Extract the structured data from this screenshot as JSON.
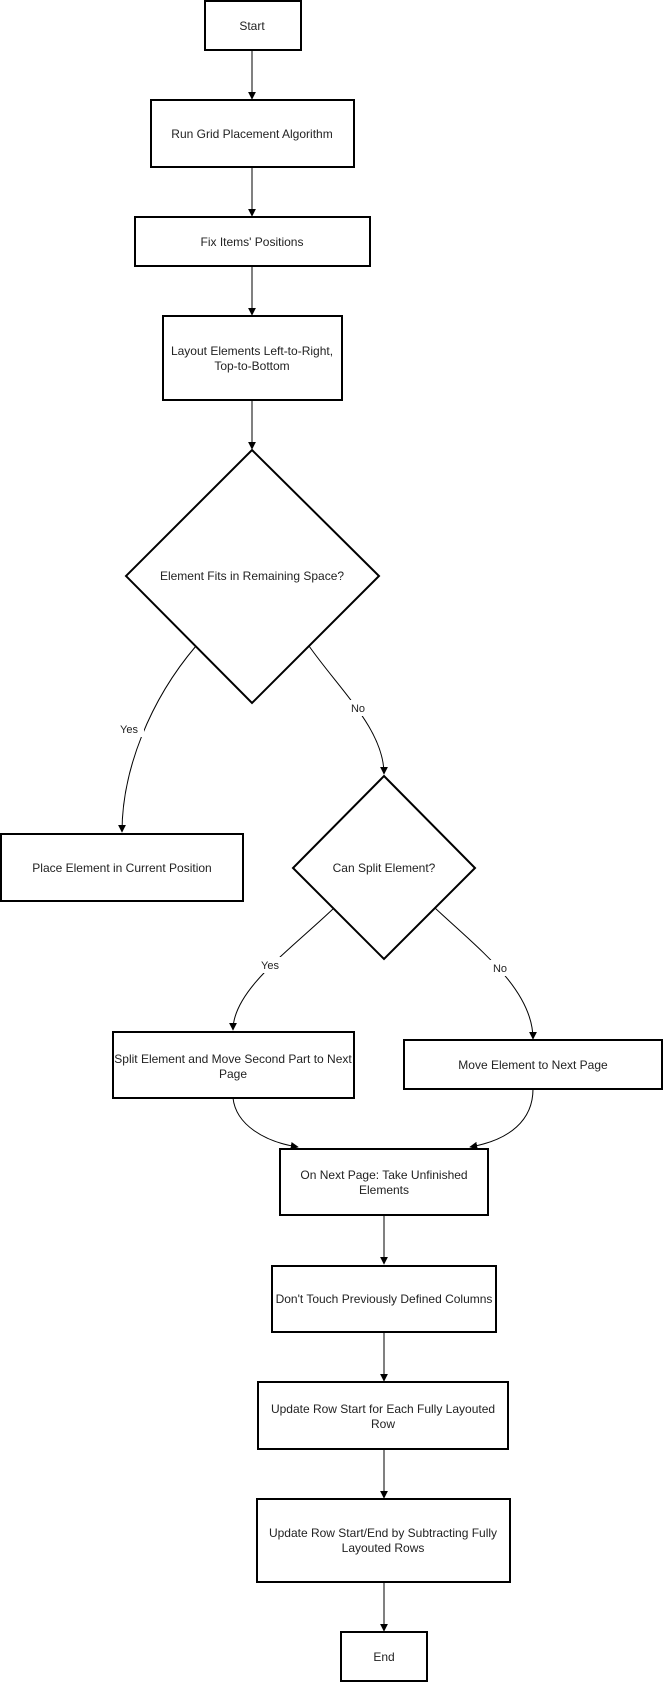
{
  "nodes": {
    "start": "Start",
    "run_grid": "Run Grid Placement Algorithm",
    "fix_items": "Fix Items' Positions",
    "layout_line1": "Layout Elements Left-to-Right,",
    "layout_line2": "Top-to-Bottom",
    "fits": "Element Fits in Remaining Space?",
    "place": "Place Element in Current Position",
    "can_split": "Can Split Element?",
    "split_line1": "Split Element and Move Second Part to Next",
    "split_line2": "Page",
    "move_next": "Move Element to Next Page",
    "next_page_line1": "On Next Page: Take Unfinished",
    "next_page_line2": "Elements",
    "dont_touch": "Don't Touch Previously Defined Columns",
    "update_row_start_line1": "Update Row Start for Each Fully Layouted",
    "update_row_start_line2": "Row",
    "update_row_end_line1": "Update Row Start/End by Subtracting Fully",
    "update_row_end_line2": "Layouted Rows",
    "end": "End"
  },
  "edge_labels": {
    "fits_yes": "Yes",
    "fits_no": "No",
    "split_yes": "Yes",
    "split_no": "No"
  }
}
